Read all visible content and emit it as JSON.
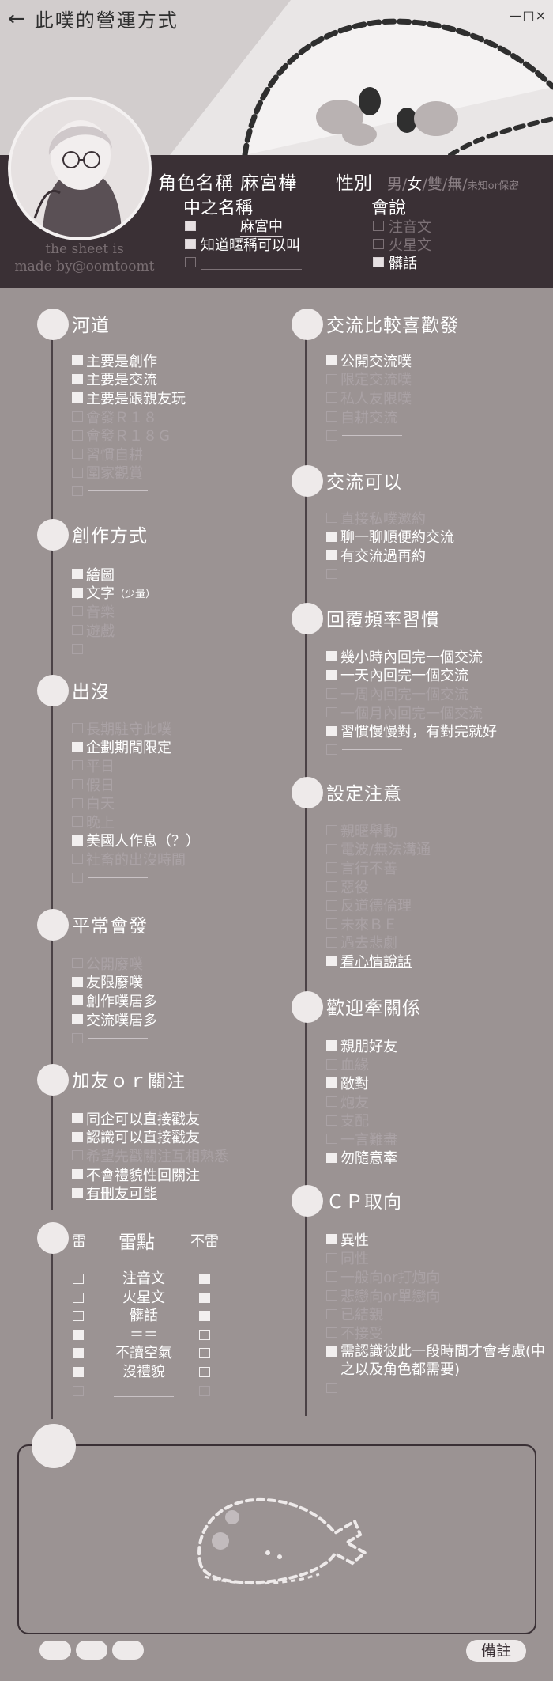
{
  "header": {
    "back_icon": "←",
    "title": "此噗的營運方式",
    "window_controls": "—□×"
  },
  "profile": {
    "credit_line1": "the sheet is",
    "credit_line2": "made by@oomtoomt",
    "character_label": "角色名稱 麻宮樺",
    "gender_label": "性別",
    "gender_options": [
      {
        "text": "男",
        "selected": false
      },
      {
        "text": "/",
        "selected": false
      },
      {
        "text": "女",
        "selected": true
      },
      {
        "text": "/雙/無/",
        "selected": false
      },
      {
        "text": "未知or保密",
        "selected": false,
        "small": true
      }
    ],
    "nickname_label": "中之名稱",
    "nickname_items": [
      {
        "text": "麻宮中",
        "checked": true,
        "blank_before": true
      },
      {
        "text": "知道暱稱可以叫",
        "checked": true
      },
      {
        "text": "",
        "checked": false,
        "blank_only": true
      }
    ],
    "language_label": "會說",
    "language_items": [
      {
        "text": "注音文",
        "checked": false
      },
      {
        "text": "火星文",
        "checked": false
      },
      {
        "text": "髒話",
        "checked": true
      }
    ]
  },
  "left_sections": [
    {
      "title": "河道",
      "items": [
        {
          "text": "主要是創作",
          "checked": true
        },
        {
          "text": "主要是交流",
          "checked": true
        },
        {
          "text": "主要是跟親友玩",
          "checked": true
        },
        {
          "text": "會發Ｒ１８",
          "checked": false
        },
        {
          "text": "會發Ｒ１８Ｇ",
          "checked": false
        },
        {
          "text": "習慣自耕",
          "checked": false
        },
        {
          "text": "圍家觀賞",
          "checked": false
        },
        {
          "text": "",
          "checked": false,
          "blank": true
        }
      ]
    },
    {
      "title": "創作方式",
      "items": [
        {
          "text": "繪圖",
          "checked": true
        },
        {
          "text": "文字",
          "small": "（少量）",
          "checked": true
        },
        {
          "text": "音樂",
          "checked": false
        },
        {
          "text": "遊戲",
          "checked": false
        },
        {
          "text": "",
          "checked": false,
          "blank": true
        }
      ]
    },
    {
      "title": "出沒",
      "items": [
        {
          "text": "長期駐守此噗",
          "checked": false
        },
        {
          "text": "企劃期間限定",
          "checked": true
        },
        {
          "text": "平日",
          "checked": false
        },
        {
          "text": "假日",
          "checked": false
        },
        {
          "text": "白天",
          "checked": false
        },
        {
          "text": "晚上",
          "checked": false
        },
        {
          "text": "美國人作息（？）",
          "checked": true
        },
        {
          "text": "社畜的出沒時間",
          "checked": false
        },
        {
          "text": "",
          "checked": false,
          "blank": true
        }
      ]
    },
    {
      "title": "平常會發",
      "items": [
        {
          "text": "公開廢噗",
          "checked": false
        },
        {
          "text": "友限廢噗",
          "checked": true
        },
        {
          "text": "創作噗居多",
          "checked": true
        },
        {
          "text": "交流噗居多",
          "checked": true
        },
        {
          "text": "",
          "checked": false,
          "blank": true
        }
      ]
    },
    {
      "title": "加友ｏｒ關注",
      "items": [
        {
          "text": "同企可以直接戳友",
          "checked": true
        },
        {
          "text": "認識可以直接戳友",
          "checked": true
        },
        {
          "text": "希望先戳關注互相熟悉",
          "checked": false
        },
        {
          "text": "不會禮貌性回關注",
          "checked": true
        },
        {
          "text": "有刪友可能",
          "checked": true,
          "underline": true
        }
      ]
    }
  ],
  "thunder": {
    "head_left": "雷",
    "head_mid": "雷點",
    "head_right": "不雷",
    "rows": [
      {
        "label": "注音文",
        "left": false,
        "right": true
      },
      {
        "label": "火星文",
        "left": false,
        "right": true
      },
      {
        "label": "髒話",
        "left": false,
        "right": true
      },
      {
        "label": "＝＝",
        "left": true,
        "right": false
      },
      {
        "label": "不讀空氣",
        "left": true,
        "right": false
      },
      {
        "label": "沒禮貌",
        "left": true,
        "right": false
      },
      {
        "label": "",
        "left": false,
        "right": false,
        "blank": true
      }
    ]
  },
  "right_sections": [
    {
      "title": "交流比較喜歡發",
      "items": [
        {
          "text": "公開交流噗",
          "checked": true
        },
        {
          "text": "限定交流噗",
          "checked": false
        },
        {
          "text": "私人友限噗",
          "checked": false
        },
        {
          "text": "自耕交流",
          "checked": false
        },
        {
          "text": "",
          "checked": false,
          "blank": true
        }
      ]
    },
    {
      "title": "交流可以",
      "items": [
        {
          "text": "直接私噗邀約",
          "checked": false
        },
        {
          "text": "聊一聊順便約交流",
          "checked": true
        },
        {
          "text": "有交流過再約",
          "checked": true
        },
        {
          "text": "",
          "checked": false,
          "blank": true
        }
      ]
    },
    {
      "title": "回覆頻率習慣",
      "items": [
        {
          "text": "幾小時內回完一個交流",
          "checked": true
        },
        {
          "text": "一天內回完一個交流",
          "checked": true
        },
        {
          "text": "一周內回完一個交流",
          "checked": false
        },
        {
          "text": "一個月內回完一個交流",
          "checked": false
        },
        {
          "text": "習慣慢慢對，有對完就好",
          "checked": true
        },
        {
          "text": "",
          "checked": false,
          "blank": true
        }
      ]
    },
    {
      "title": "設定注意",
      "items": [
        {
          "text": "親暱舉動",
          "checked": false
        },
        {
          "text": "電波/無法溝通",
          "checked": false
        },
        {
          "text": "言行不善",
          "checked": false
        },
        {
          "text": "惡役",
          "checked": false
        },
        {
          "text": "反道德倫理",
          "checked": false
        },
        {
          "text": "未來ＢＥ",
          "checked": false
        },
        {
          "text": "過去悲劇",
          "checked": false
        },
        {
          "text": "看心情說話",
          "checked": true,
          "underline": true
        }
      ]
    },
    {
      "title": "歡迎牽關係",
      "items": [
        {
          "text": "親朋好友",
          "checked": true
        },
        {
          "text": "血緣",
          "checked": false
        },
        {
          "text": "敵對",
          "checked": true
        },
        {
          "text": "炮友",
          "checked": false
        },
        {
          "text": "支配",
          "checked": false
        },
        {
          "text": "一言難盡",
          "checked": false
        },
        {
          "text": "勿隨意牽",
          "checked": true,
          "underline": true
        }
      ]
    },
    {
      "title": "ＣＰ取向",
      "items": [
        {
          "text": "異性",
          "checked": true
        },
        {
          "text": "同性",
          "checked": false
        },
        {
          "text": "一般向or打炮向",
          "checked": false
        },
        {
          "text": "悲戀向or單戀向",
          "checked": false
        },
        {
          "text": "已結親",
          "checked": false
        },
        {
          "text": "不接受",
          "checked": false
        },
        {
          "text": "需認識彼此一段時間才會考慮(中之以及角色都需要)",
          "checked": true,
          "two_line": true
        },
        {
          "text": "",
          "checked": false,
          "blank": true
        }
      ]
    }
  ],
  "footer": {
    "remark_label": "備註"
  }
}
